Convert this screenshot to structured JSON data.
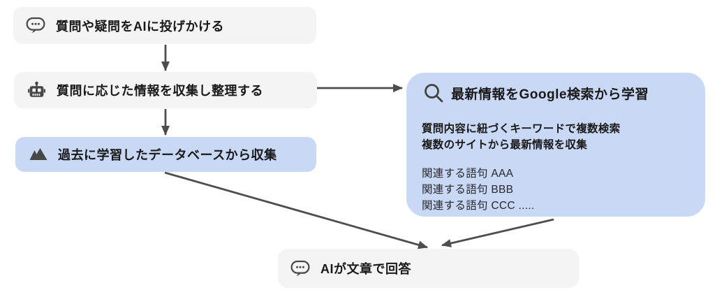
{
  "diagram": {
    "nodes": {
      "ask": {
        "label": "質問や疑問をAIに投げかける",
        "icon": "chat-bubble"
      },
      "collect": {
        "label": "質問に応じた情報を収集し整理する",
        "icon": "robot"
      },
      "database": {
        "label": "過去に学習したデータベースから収集",
        "icon": "mountain"
      },
      "search": {
        "title": "最新情報をGoogle検索から学習",
        "icon": "magnifier",
        "description_lines": [
          "質問内容に紐づくキーワードで複数検索",
          "複数のサイトから最新情報を収集"
        ],
        "keywords": [
          "関連する語句 AAA",
          "関連する語句 BBB",
          "関連する語句 CCC ....."
        ]
      },
      "answer": {
        "label": "AIが文章で回答",
        "icon": "chat-bubble"
      }
    },
    "colors": {
      "box_gray": "#f4f4f5",
      "box_blue": "#c9d8f5",
      "arrow": "#4d4d4d",
      "icon": "#474747",
      "text": "#191919"
    }
  }
}
